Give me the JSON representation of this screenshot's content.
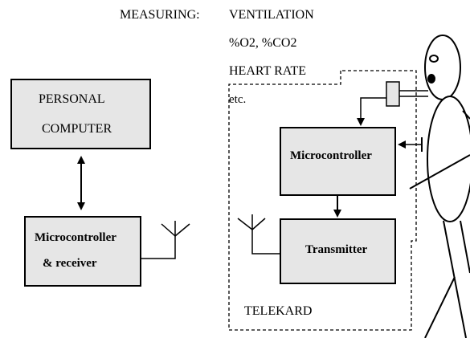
{
  "measuring": {
    "label": "MEASURING:",
    "items": [
      "VENTILATION",
      "%O2, %CO2",
      "HEART RATE",
      "etc."
    ]
  },
  "blocks": {
    "personal_computer": [
      "PERSONAL",
      "COMPUTER"
    ],
    "mc_receiver": [
      "Microcontroller",
      "& receiver"
    ],
    "microcontroller": "Microcontroller",
    "transmitter": "Transmitter"
  },
  "telekard": "TELEKARD",
  "colors": {
    "box_fill": "#e6e6e6",
    "stroke": "#000000",
    "background": "#ffffff"
  }
}
